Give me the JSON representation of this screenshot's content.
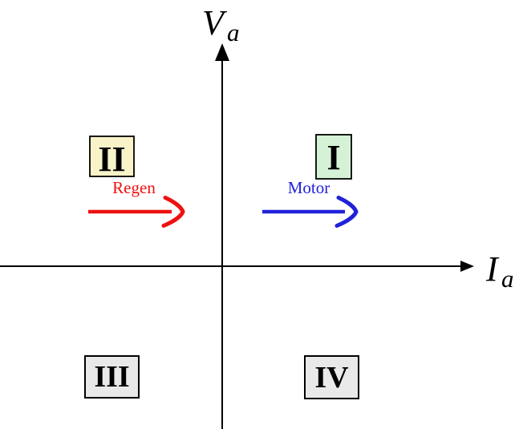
{
  "axes": {
    "y_axis": {
      "symbol": "V",
      "subscript": "a",
      "color": "#000000"
    },
    "x_axis": {
      "symbol": "I",
      "subscript": "a",
      "color": "#000000"
    }
  },
  "quadrants": [
    {
      "numeral": "I",
      "fill": "#d6f2d6",
      "border": "#000000"
    },
    {
      "numeral": "II",
      "fill": "#f8f3c8",
      "border": "#000000"
    },
    {
      "numeral": "III",
      "fill": "#e9e9e9",
      "border": "#000000"
    },
    {
      "numeral": "IV",
      "fill": "#e9e9e9",
      "border": "#000000"
    }
  ],
  "arrows": [
    {
      "label": "Regen",
      "color": "#ee1111"
    },
    {
      "label": "Motor",
      "color": "#2121d9"
    }
  ],
  "colors": {
    "background": "#ffffff",
    "axis": "#000000"
  }
}
